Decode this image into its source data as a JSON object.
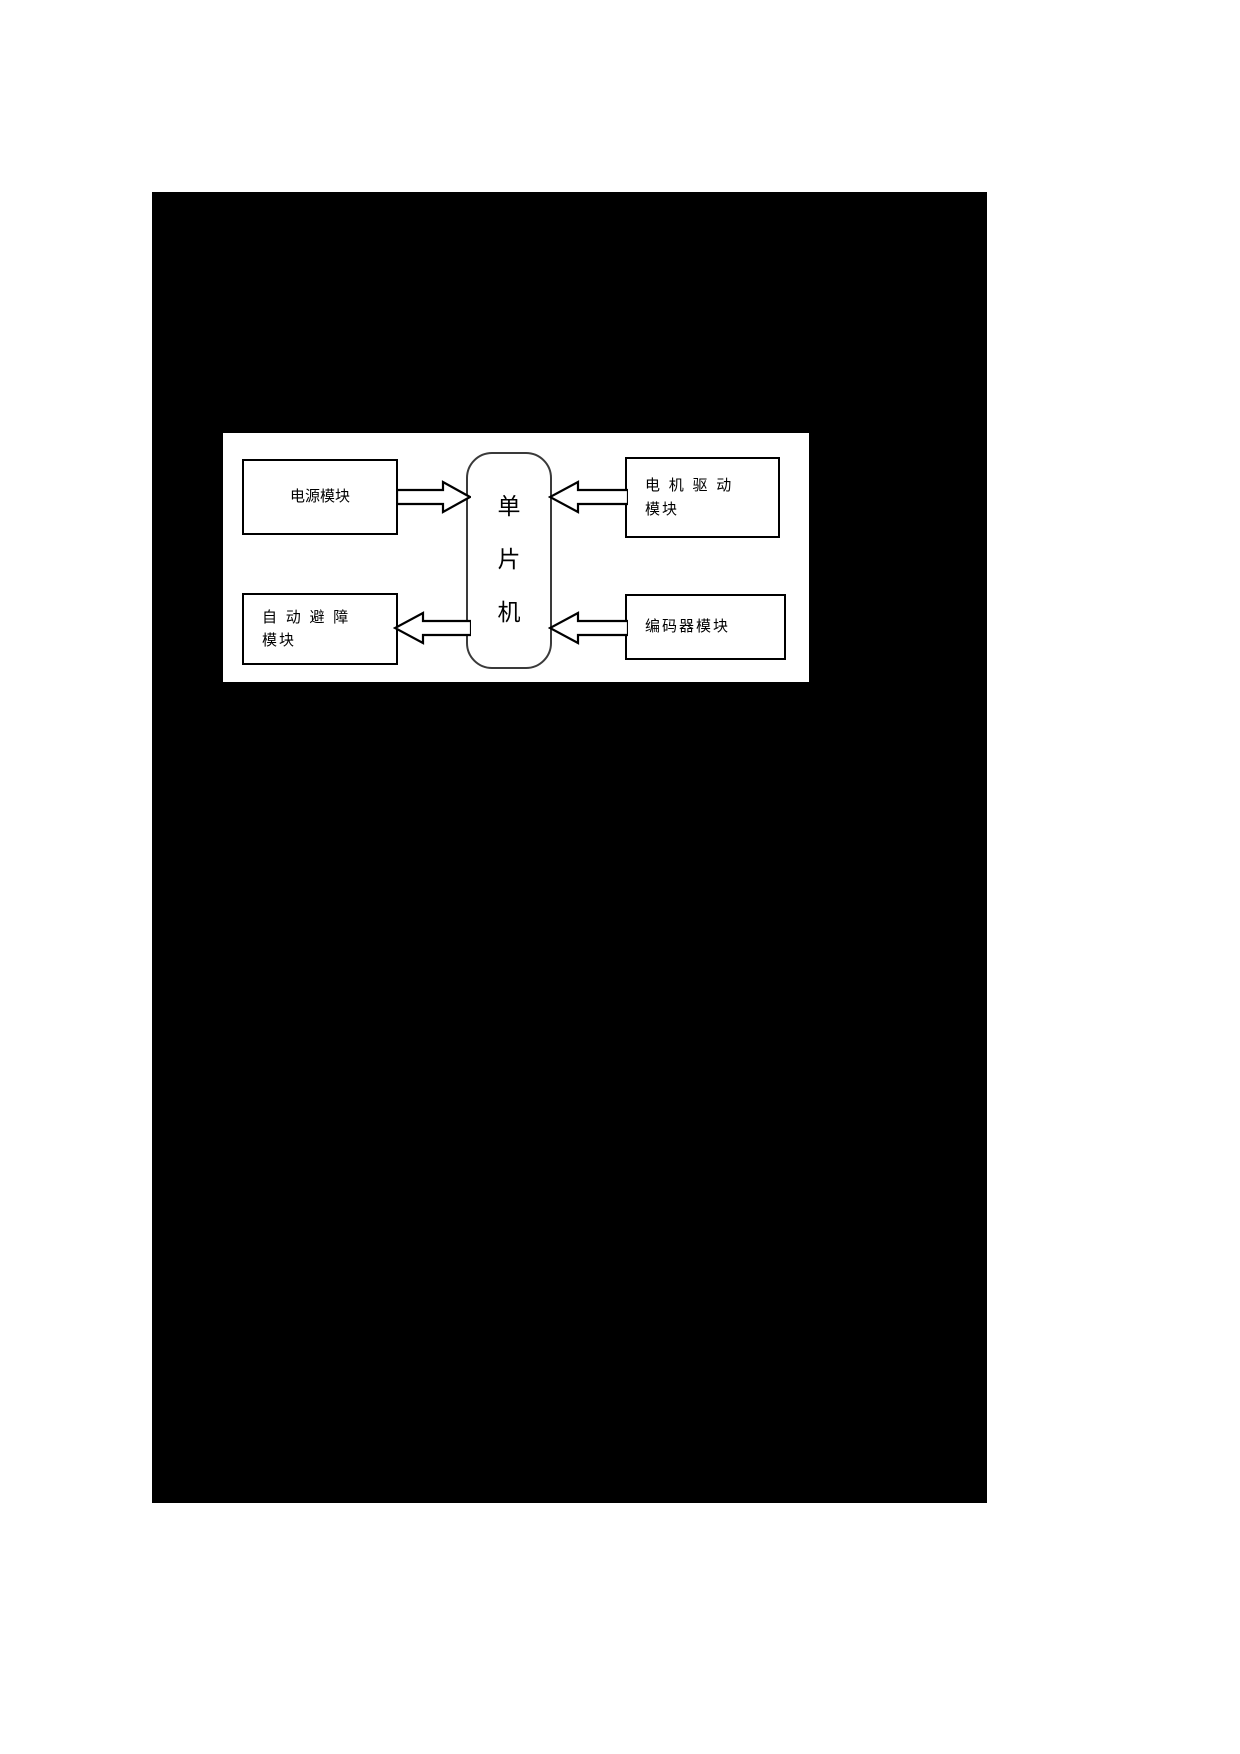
{
  "page": {
    "background_color": "#000000",
    "canvas_color": "#ffffff"
  },
  "diagram": {
    "type": "block-diagram",
    "title": "",
    "nodes": [
      {
        "id": "power",
        "label_lines": [
          "电源模块"
        ],
        "shape": "rectangle",
        "position": "top-left"
      },
      {
        "id": "mcu",
        "label_chars": [
          "单",
          "片",
          "机"
        ],
        "label": "单片机",
        "shape": "rounded-rectangle",
        "position": "center",
        "orientation": "vertical"
      },
      {
        "id": "motor_driver",
        "label_lines": [
          "电 机 驱 动",
          "模块"
        ],
        "shape": "rectangle",
        "position": "top-right"
      },
      {
        "id": "obstacle_avoidance",
        "label_lines": [
          "自 动 避 障",
          "模块"
        ],
        "shape": "rectangle",
        "position": "bottom-left"
      },
      {
        "id": "encoder",
        "label_lines": [
          "编码器模块"
        ],
        "shape": "rectangle",
        "position": "bottom-right"
      }
    ],
    "edges": [
      {
        "id": "power-to-mcu",
        "from": "power",
        "to": "mcu",
        "direction": "right",
        "style": "block-arrow"
      },
      {
        "id": "motor-to-mcu",
        "from": "motor_driver",
        "to": "mcu",
        "direction": "left",
        "style": "block-arrow"
      },
      {
        "id": "mcu-to-obstacle",
        "from": "mcu",
        "to": "obstacle_avoidance",
        "direction": "left",
        "style": "block-arrow"
      },
      {
        "id": "encoder-to-mcu",
        "from": "encoder",
        "to": "mcu",
        "direction": "left",
        "style": "block-arrow"
      }
    ],
    "colors": {
      "stroke": "#000000",
      "mcu_stroke": "#3a3a3a",
      "fill": "#ffffff"
    }
  }
}
